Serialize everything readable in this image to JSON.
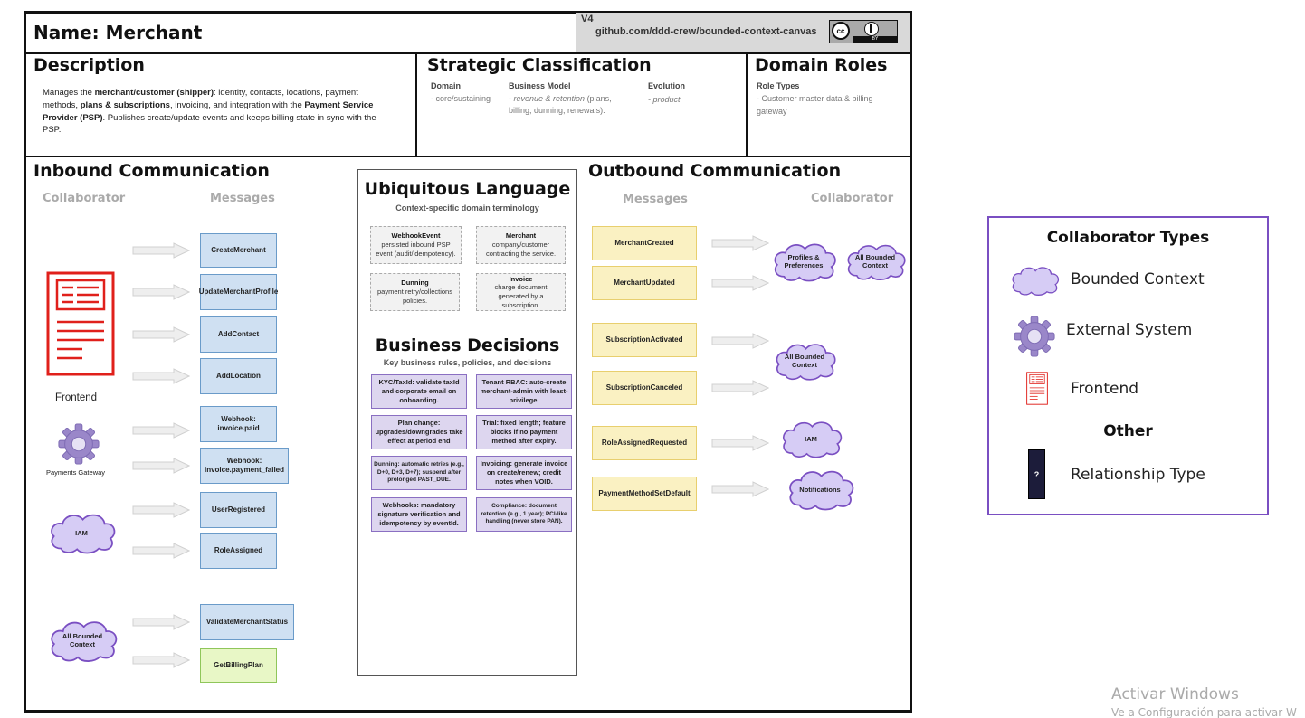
{
  "header": {
    "name_label": "Name: Merchant",
    "version": "V4",
    "repo": "github.com/ddd-crew/bounded-context-canvas",
    "license_icon": "cc-by-icon",
    "license_cc": "cc",
    "license_by": "BY"
  },
  "description": {
    "title": "Description",
    "p1": "Manages the ",
    "b1": "merchant/customer (shipper)",
    "p2": ": identity, contacts, locations, payment methods, ",
    "b2": "plans & subscriptions",
    "p3": ", invoicing, and integration with the ",
    "b3": "Payment Service Provider (PSP)",
    "p4": ". Publishes create/update events and keeps billing state in sync with the PSP."
  },
  "strategic": {
    "title": "Strategic Classification",
    "domain_label": "Domain",
    "domain_value": "- core/sustaining",
    "business_label": "Business Model",
    "business_value_prefix": "- ",
    "business_value_italic": "revenue & retention",
    "business_value_rest": " (plans, billing, dunning, renewals).",
    "evolution_label": "Evolution",
    "evolution_value": "- product"
  },
  "domain_roles": {
    "title": "Domain Roles",
    "role_types_label": "Role Types",
    "role_types_value": "- Customer master data & billing gateway"
  },
  "inbound": {
    "title": "Inbound Communication",
    "collaborator_header": "Collaborator",
    "messages_header": "Messages",
    "collaborators": {
      "frontend": "Frontend",
      "payments_gateway": "Payments Gateway",
      "iam": "IAM",
      "all_bc": "All Bounded Context"
    },
    "messages": [
      "CreateMerchant",
      "UpdateMerchantProfile",
      "AddContact",
      "AddLocation",
      "Webhook: invoice.paid",
      "Webhook: invoice.payment_failed",
      "UserRegistered",
      "RoleAssigned",
      "ValidateMerchantStatus",
      "GetBillingPlan"
    ]
  },
  "ubiquitous": {
    "title": "Ubiquitous Language",
    "subtitle": "Context-specific domain terminology",
    "terms": [
      {
        "term": "WebhookEvent",
        "def": "persisted inbound PSP event (audit/idempotency)."
      },
      {
        "term": "Merchant",
        "def": "company/customer contracting the service."
      },
      {
        "term": "Dunning",
        "def": "payment retry/collections policies."
      },
      {
        "term": "Invoice",
        "def": "charge document generated by a subscription."
      }
    ]
  },
  "business_decisions": {
    "title": "Business Decisions",
    "subtitle": "Key business rules, policies, and decisions",
    "items": [
      "KYC/TaxId: validate taxId and corporate email on onboarding.",
      "Tenant RBAC: auto-create merchant-admin with least-privilege.",
      "Plan change: upgrades/downgrades take effect at period end",
      "Trial: fixed length; feature blocks if no payment method after expiry.",
      "Dunning: automatic retries (e.g., D+0, D+3, D+7); suspend after prolonged PAST_DUE.",
      "Invoicing: generate invoice on create/renew; credit notes when VOID.",
      "Webhooks: mandatory signature verification and idempotency by eventId.",
      "Compliance: document retention (e.g., 1 year); PCI-like handling (never store PAN)."
    ]
  },
  "outbound": {
    "title": "Outbound Communication",
    "messages_header": "Messages",
    "collaborator_header": "Collaborator",
    "messages": [
      "MerchantCreated",
      "MerchantUpdated",
      "SubscriptionActivated",
      "SubscriptionCanceled",
      "RoleAssignedRequested",
      "PaymentMethodSetDefault"
    ],
    "collaborators": {
      "profiles": "Profiles & Preferences",
      "all_bc_1": "All Bounded Context",
      "all_bc_2": "All Bounded Context",
      "iam": "IAM",
      "notifications": "Notifications"
    }
  },
  "legend": {
    "title": "Collaborator Types",
    "bounded_context": "Bounded Context",
    "external_system": "External System",
    "frontend": "Frontend",
    "other_title": "Other",
    "relationship_type": "Relationship Type",
    "relationship_glyph": "?"
  },
  "watermark": {
    "line1": "Activar Windows",
    "line2": "Ve a Configuración para activar W"
  },
  "colors": {
    "inbound_message": "#cfe0f2",
    "query_message": "#e8f7c6",
    "outbound_message": "#faf1c2",
    "business_decision": "#ddd6ef",
    "bounded_context": "#d6ccf5",
    "bounded_context_stroke": "#7a4fc2",
    "frontend": "#e0201b",
    "legend_border": "#7a4fc2"
  }
}
